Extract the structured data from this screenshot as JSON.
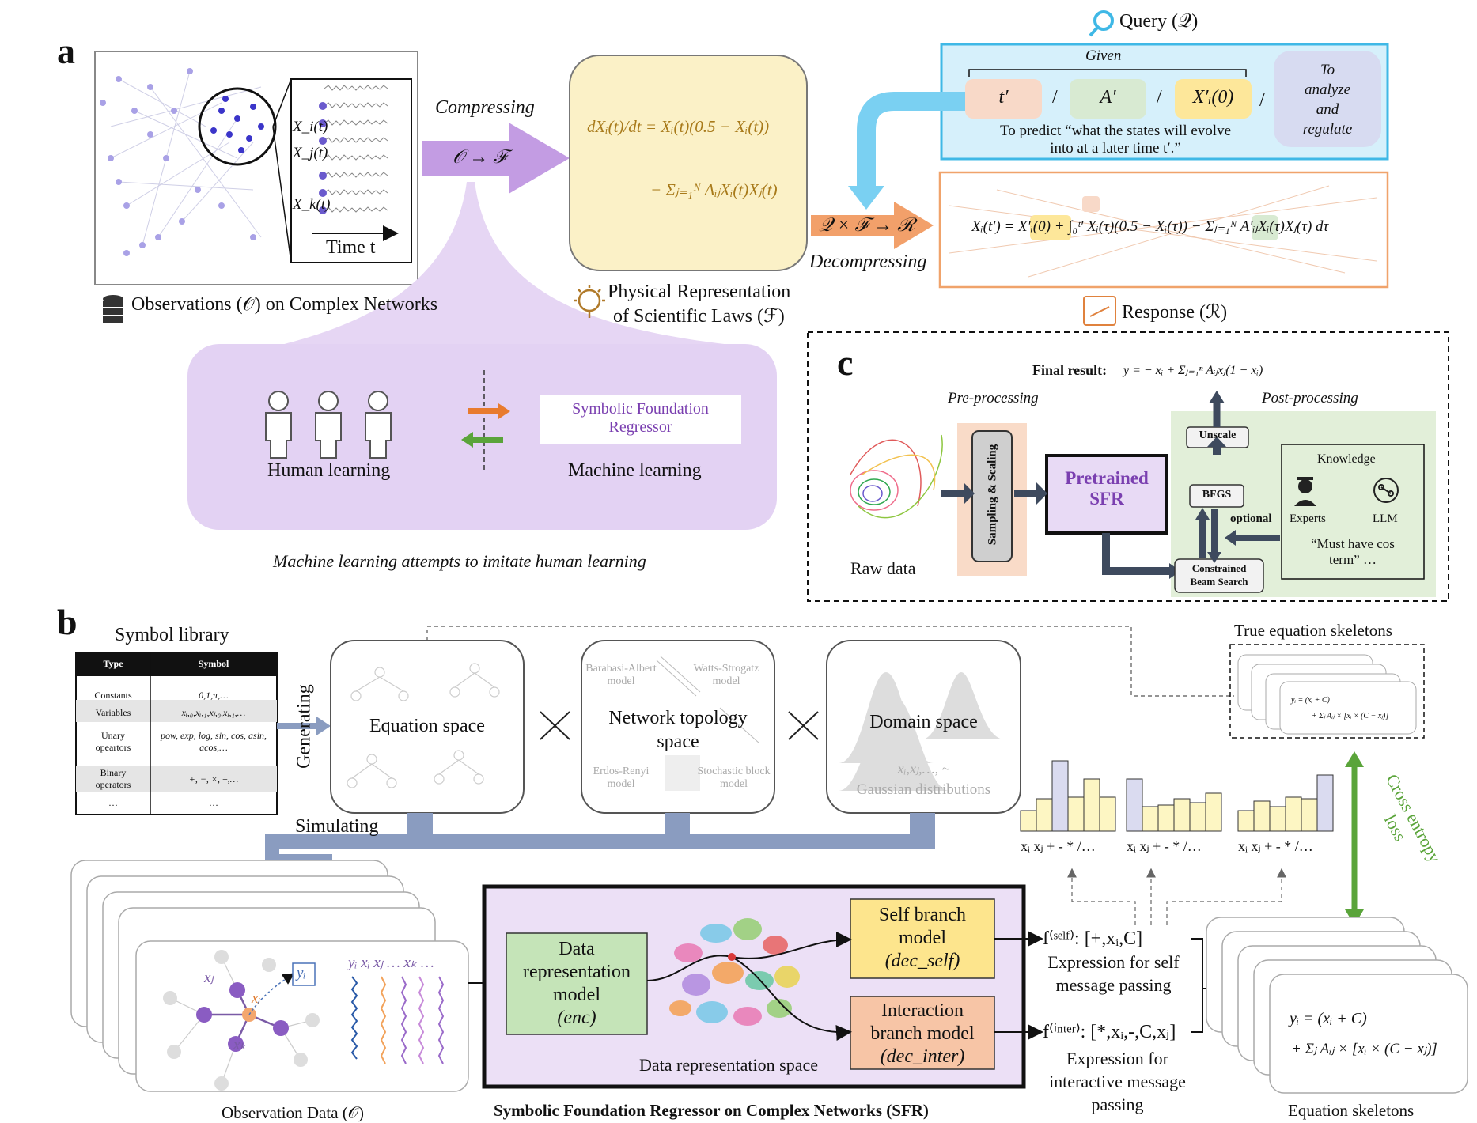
{
  "panel_a": {
    "letter": "a",
    "time_label": "Time t",
    "node_labels": [
      "X_i(t)",
      "X_j(t)",
      "X_k(t)"
    ],
    "observations_label": "Observations  (𝒪) on Complex Networks",
    "compressing": "Compressing",
    "compress_arrow": "𝒪 → ℱ",
    "law_equation_line1": "dXᵢ(t)/dt = Xᵢ(t)(0.5 − Xᵢ(t))",
    "law_equation_line2": "− Σⱼ₌₁ᴺ AᵢⱼXᵢ(t)Xⱼ(t)",
    "law_label_line1": "Physical Representation",
    "law_label_line2": "of Scientific Laws (ℱ)",
    "query_label": "Query (𝒬)",
    "given": "Given",
    "query_items": [
      "t′",
      "A′",
      "X′ᵢ(0)"
    ],
    "predict_line1": "To predict “what the states will evolve",
    "predict_line2": "into at a later time t′.”",
    "analyze": [
      "To",
      "analyze",
      "and",
      "regulate"
    ],
    "decompress_arrow": "𝒬 × ℱ → ℛ",
    "decompressing": "Decompressing",
    "response_equation": "Xᵢ(t′) = X′ᵢ(0) + ∫₀ᵗ′ Xᵢ(τ)(0.5 − Xᵢ(τ)) − Σⱼ₌₁ᴺ A′ᵢⱼXᵢ(τ)Xⱼ(τ) dτ",
    "response_label": "Response (ℛ)",
    "human_learning": "Human learning",
    "sfr_line1": "Symbolic Foundation",
    "sfr_line2": "Regressor",
    "machine_learning": "Machine learning",
    "imitate_caption": "Machine learning attempts to imitate human learning"
  },
  "panel_b": {
    "letter": "b",
    "symbol_library_title": "Symbol library",
    "table_headers": [
      "Type",
      "Symbol"
    ],
    "table_rows": [
      [
        "Constants",
        "0,1,π,…"
      ],
      [
        "Variables",
        "xᵢ,₀,xᵢ,₁,xⱼ,₀,xⱼ,₁,…"
      ],
      [
        "Unary opeartors",
        "pow, exp, log, sin, cos, asin, acos,…"
      ],
      [
        "Binary operators",
        "+, −, ×, ÷,…"
      ],
      [
        "…",
        "…"
      ]
    ],
    "generating": "Generating",
    "simulating": "Simulating",
    "equation_space": "Equation space",
    "network_topology_space_line1": "Network topology",
    "network_topology_space_line2": "space",
    "models": [
      "Barabasi-Albert model",
      "Watts-Strogatz model",
      "Erdos-Renyi model",
      "Stochastic block model"
    ],
    "domain_space": "Domain space",
    "domain_vars": "xᵢ,xⱼ,…, ~",
    "gaussian": "Gaussian distributions",
    "true_skeletons": "True equation skeletons",
    "true_skel_eq1": "yᵢ = (xᵢ + C)",
    "true_skel_eq2": "+ Σⱼ Aᵢⱼ × [xᵢ × (C − xⱼ)]",
    "hist_label": "xᵢ xⱼ + - * /…",
    "cross_entropy": "Cross entropy loss",
    "obs_yi": "yᵢ",
    "obs_series": "yᵢ   xᵢ xⱼ … xₖ …",
    "obs_nodes": [
      "xⱼ",
      "xᵢ",
      "xₖ"
    ],
    "observation_data": "Observation Data (𝒪)",
    "data_rep_model": [
      "Data",
      "representation",
      "model",
      "(enc)"
    ],
    "data_rep_space": "Data representation space",
    "self_branch": [
      "Self  branch",
      "model",
      "(dec_self)"
    ],
    "inter_branch": [
      "Interaction",
      "branch model",
      "(dec_inter)"
    ],
    "self_expr": "f⁽ˢᵉˡᶠ⁾: [+,xᵢ,C]",
    "self_expr_caption": [
      "Expression for self",
      "message passing"
    ],
    "inter_expr": "f⁽ⁱⁿᵗᵉʳ⁾: [*,xᵢ,-,C,xⱼ]",
    "inter_expr_caption": [
      "Expression for",
      "interactive message",
      "passing"
    ],
    "skeleton_eq1": "yᵢ = (xᵢ + C)",
    "skeleton_eq2": "+ Σⱼ Aᵢⱼ × [xᵢ × (C − xⱼ)]",
    "equation_skeletons": "Equation skeletons",
    "sfr_title": "Symbolic Foundation Regressor on Complex Networks (SFR)"
  },
  "panel_c": {
    "letter": "c",
    "final_result_label": "Final result:",
    "final_result_eq": "y = − xᵢ + Σⱼ₌₁ⁿ Aᵢⱼxⱼ(1 − xᵢ)",
    "pre_processing": "Pre-processing",
    "post_processing": "Post-processing",
    "raw_data": "Raw data",
    "sampling_scaling": "Sampling & Scaling",
    "pretrained_sfr": [
      "Pretrained",
      "SFR"
    ],
    "unscale": "Unscale",
    "bfgs": "BFGS",
    "optional": "optional",
    "constrained": [
      "Constrained",
      "Beam Search"
    ],
    "knowledge": "Knowledge",
    "experts": "Experts",
    "llm": "LLM",
    "must_have": [
      "“Must have cos",
      "term”  …"
    ]
  },
  "colors": {
    "purple": "#c9a8e6",
    "yellow_box": "#fbf0c8",
    "blue_box": "#d6f0fb",
    "orange": "#f0a36b",
    "green_box": "#e2efd9",
    "lavender": "#e8daf5"
  }
}
